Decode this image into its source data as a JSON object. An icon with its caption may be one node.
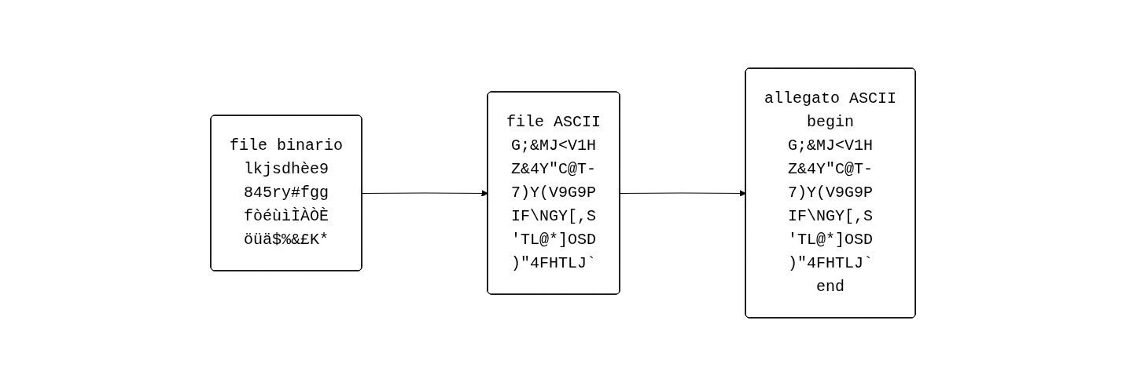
{
  "diagram": {
    "nodes": [
      {
        "text": [
          "file binario",
          "lkjsdhèe9",
          "845ry#fgg",
          "fòéùìÌÀÒÈ",
          "öüä$%&£K*"
        ]
      },
      {
        "text": [
          "file ASCII",
          "G;&MJ<V1H",
          "Z&4Y\"C@T-",
          "7)Y(V9G9P",
          "IF\\NGY[,S",
          "'TL@*]OSD",
          ")\"4FHTLJ`"
        ]
      },
      {
        "text": [
          "allegato ASCII",
          "begin",
          "G;&MJ<V1H",
          "Z&4Y\"C@T-",
          "7)Y(V9G9P",
          "IF\\NGY[,S",
          "'TL@*]OSD",
          ")\"4FHTLJ`",
          "end"
        ]
      }
    ],
    "edges": [
      {
        "from": 0,
        "to": 1,
        "arrow": "to"
      },
      {
        "from": 1,
        "to": 2,
        "arrow": "to"
      }
    ]
  }
}
